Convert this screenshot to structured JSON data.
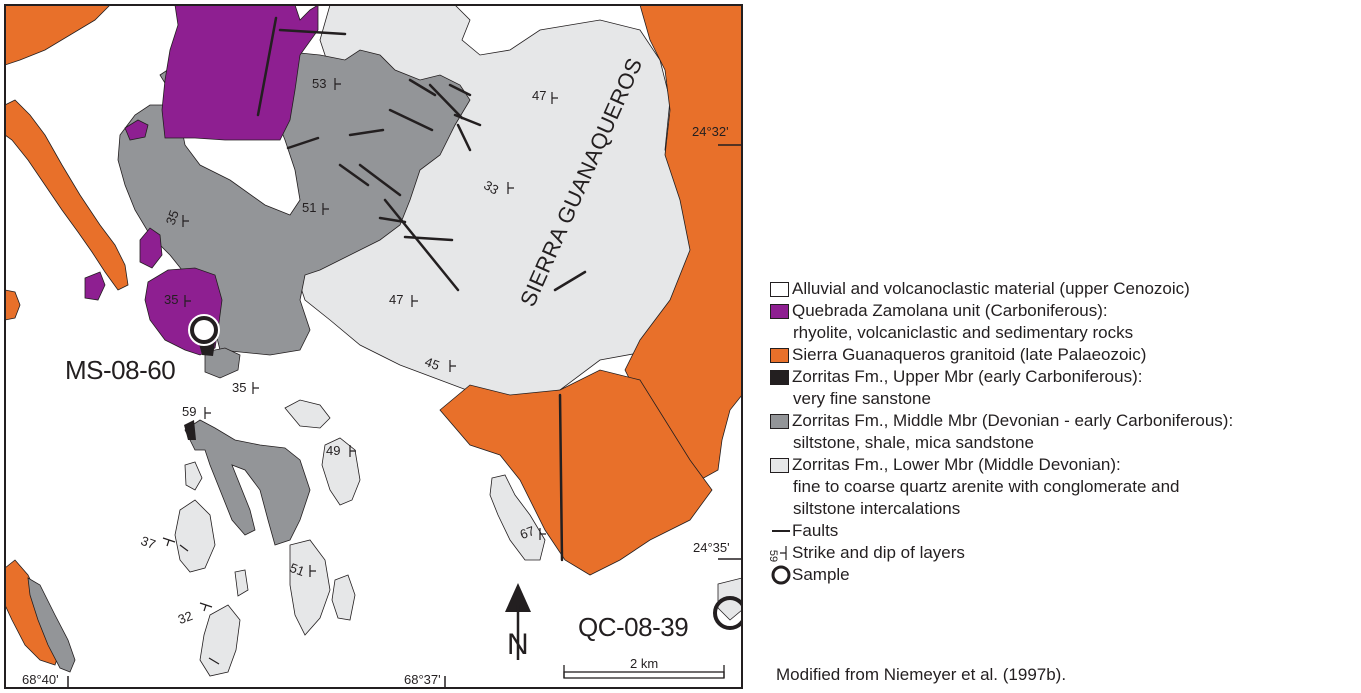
{
  "map": {
    "region_label": "SIERRA GUANAQUEROS",
    "north_label": "N",
    "scale_label": "2 km",
    "coords": {
      "lat_top": "24°32'",
      "lat_bottom": "24°35'",
      "lon_left": "68°40'",
      "lon_right": "68°37'"
    },
    "dips": [
      "53",
      "47",
      "33",
      "35",
      "51",
      "35",
      "47",
      "45",
      "35",
      "59",
      "49",
      "37",
      "67",
      "51",
      "32"
    ],
    "samples": [
      "MS-08-60",
      "QC-08-39"
    ],
    "colors": {
      "alluvial": "#ffffff",
      "quebrada_zamolana": "#8e1f91",
      "granitoid": "#e8702a",
      "upper_mbr": "#231f20",
      "middle_mbr": "#939598",
      "lower_mbr": "#e6e7e8"
    }
  },
  "legend": {
    "items": [
      {
        "lines": [
          "Alluvial and volcanoclastic material (upper Cenozoic)"
        ]
      },
      {
        "lines": [
          "Quebrada Zamolana unit (Carboniferous):",
          "rhyolite, volcaniclastic and sedimentary rocks"
        ]
      },
      {
        "lines": [
          "Sierra Guanaqueros granitoid (late Palaeozoic)"
        ]
      },
      {
        "lines": [
          "Zorritas Fm., Upper Mbr (early Carboniferous):",
          "very fine sanstone"
        ]
      },
      {
        "lines": [
          "Zorritas Fm., Middle Mbr (Devonian - early Carboniferous):",
          "siltstone, shale, mica sandstone"
        ]
      },
      {
        "lines": [
          "Zorritas Fm., Lower Mbr (Middle Devonian):",
          "fine to coarse quartz arenite with conglomerate and",
          "siltstone intercalations"
        ]
      }
    ],
    "faults": "Faults",
    "strike_dip": "Strike and dip of layers",
    "strike_dip_value": "59",
    "sample": "Sample"
  },
  "credit": "Modified from Niemeyer et al. (1997b)."
}
